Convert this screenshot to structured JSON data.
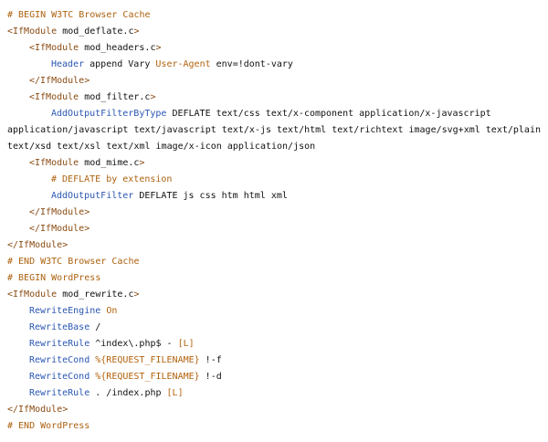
{
  "colors": {
    "background": "#ffffff",
    "comment": "#ad6210",
    "tag": "#8a4b12",
    "directive": "#2a56b3",
    "string": "#b3630f",
    "text": "#111111"
  },
  "lines": [
    {
      "indent": 0,
      "segments": [
        {
          "type": "comment",
          "text": "# BEGIN W3TC Browser Cache"
        }
      ]
    },
    {
      "indent": 0,
      "segments": [
        {
          "type": "tag",
          "text": "<IfModule"
        },
        {
          "type": "plain",
          "text": " mod_deflate.c"
        },
        {
          "type": "tag",
          "text": ">"
        }
      ]
    },
    {
      "indent": 4,
      "segments": [
        {
          "type": "tag",
          "text": "<IfModule"
        },
        {
          "type": "plain",
          "text": " mod_headers.c"
        },
        {
          "type": "tag",
          "text": ">"
        }
      ]
    },
    {
      "indent": 8,
      "segments": [
        {
          "type": "dir",
          "text": "Header"
        },
        {
          "type": "plain",
          "text": " append Vary "
        },
        {
          "type": "str",
          "text": "User-Agent"
        },
        {
          "type": "plain",
          "text": " env=!dont-vary"
        }
      ]
    },
    {
      "indent": 4,
      "segments": [
        {
          "type": "tag",
          "text": "</IfModule>"
        }
      ]
    },
    {
      "indent": 4,
      "segments": [
        {
          "type": "tag",
          "text": "<IfModule"
        },
        {
          "type": "plain",
          "text": " mod_filter.c"
        },
        {
          "type": "tag",
          "text": ">"
        }
      ]
    },
    {
      "indent": 8,
      "segments": [
        {
          "type": "dir",
          "text": "AddOutputFilterByType"
        },
        {
          "type": "plain",
          "text": " DEFLATE text/css text/x-component application/x-javascript"
        }
      ]
    },
    {
      "indent": 0,
      "segments": [
        {
          "type": "plain",
          "text": "application/javascript text/javascript text/x-js text/html text/richtext image/svg+xml text/plain"
        }
      ]
    },
    {
      "indent": 0,
      "segments": [
        {
          "type": "plain",
          "text": "text/xsd text/xsl text/xml image/x-icon application/json"
        }
      ]
    },
    {
      "indent": 4,
      "segments": [
        {
          "type": "tag",
          "text": "<IfModule"
        },
        {
          "type": "plain",
          "text": " mod_mime.c"
        },
        {
          "type": "tag",
          "text": ">"
        }
      ]
    },
    {
      "indent": 8,
      "segments": [
        {
          "type": "comment",
          "text": "# DEFLATE by extension"
        }
      ]
    },
    {
      "indent": 8,
      "segments": [
        {
          "type": "dir",
          "text": "AddOutputFilter"
        },
        {
          "type": "plain",
          "text": " DEFLATE js css htm html xml"
        }
      ]
    },
    {
      "indent": 4,
      "segments": [
        {
          "type": "tag",
          "text": "</IfModule>"
        }
      ]
    },
    {
      "indent": 4,
      "segments": [
        {
          "type": "tag",
          "text": "</IfModule>"
        }
      ]
    },
    {
      "indent": 0,
      "segments": [
        {
          "type": "tag",
          "text": "</IfModule>"
        }
      ]
    },
    {
      "indent": 0,
      "segments": [
        {
          "type": "comment",
          "text": "# END W3TC Browser Cache"
        }
      ]
    },
    {
      "indent": 0,
      "segments": [
        {
          "type": "comment",
          "text": "# BEGIN WordPress"
        }
      ]
    },
    {
      "indent": 0,
      "segments": [
        {
          "type": "tag",
          "text": "<IfModule"
        },
        {
          "type": "plain",
          "text": " mod_rewrite.c"
        },
        {
          "type": "tag",
          "text": ">"
        }
      ]
    },
    {
      "indent": 4,
      "segments": [
        {
          "type": "dir",
          "text": "RewriteEngine"
        },
        {
          "type": "plain",
          "text": " "
        },
        {
          "type": "str",
          "text": "On"
        }
      ]
    },
    {
      "indent": 4,
      "segments": [
        {
          "type": "dir",
          "text": "RewriteBase"
        },
        {
          "type": "plain",
          "text": " /"
        }
      ]
    },
    {
      "indent": 4,
      "segments": [
        {
          "type": "dir",
          "text": "RewriteRule"
        },
        {
          "type": "plain",
          "text": " ^index\\.php$ - "
        },
        {
          "type": "str",
          "text": "[L]"
        }
      ]
    },
    {
      "indent": 4,
      "segments": [
        {
          "type": "dir",
          "text": "RewriteCond"
        },
        {
          "type": "plain",
          "text": " "
        },
        {
          "type": "str",
          "text": "%{REQUEST_FILENAME}"
        },
        {
          "type": "plain",
          "text": " !-f"
        }
      ]
    },
    {
      "indent": 4,
      "segments": [
        {
          "type": "dir",
          "text": "RewriteCond"
        },
        {
          "type": "plain",
          "text": " "
        },
        {
          "type": "str",
          "text": "%{REQUEST_FILENAME}"
        },
        {
          "type": "plain",
          "text": " !-d"
        }
      ]
    },
    {
      "indent": 4,
      "segments": [
        {
          "type": "dir",
          "text": "RewriteRule"
        },
        {
          "type": "plain",
          "text": " . /index.php "
        },
        {
          "type": "str",
          "text": "[L]"
        }
      ]
    },
    {
      "indent": 0,
      "segments": [
        {
          "type": "tag",
          "text": "</IfModule>"
        }
      ]
    },
    {
      "indent": 0,
      "segments": [
        {
          "type": "comment",
          "text": "# END WordPress"
        }
      ]
    }
  ]
}
